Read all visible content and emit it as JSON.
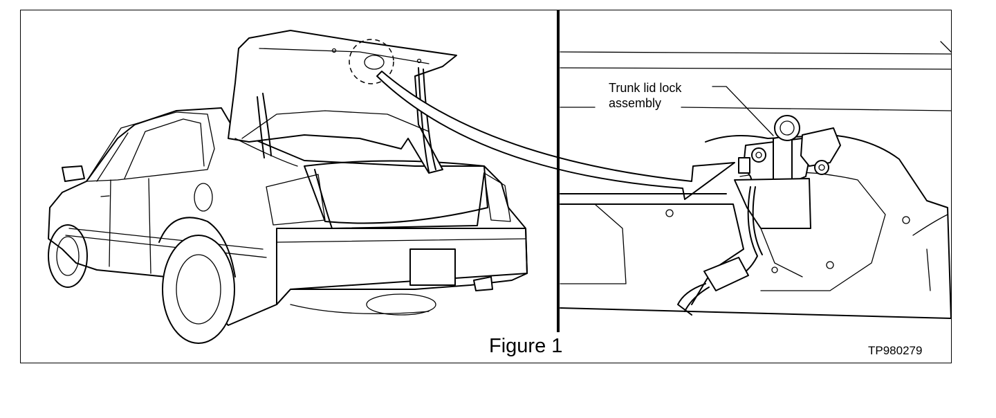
{
  "callout": {
    "line1": "Trunk lid lock",
    "line2": "assembly"
  },
  "caption": "Figure 1",
  "reference_code": "TP980279"
}
